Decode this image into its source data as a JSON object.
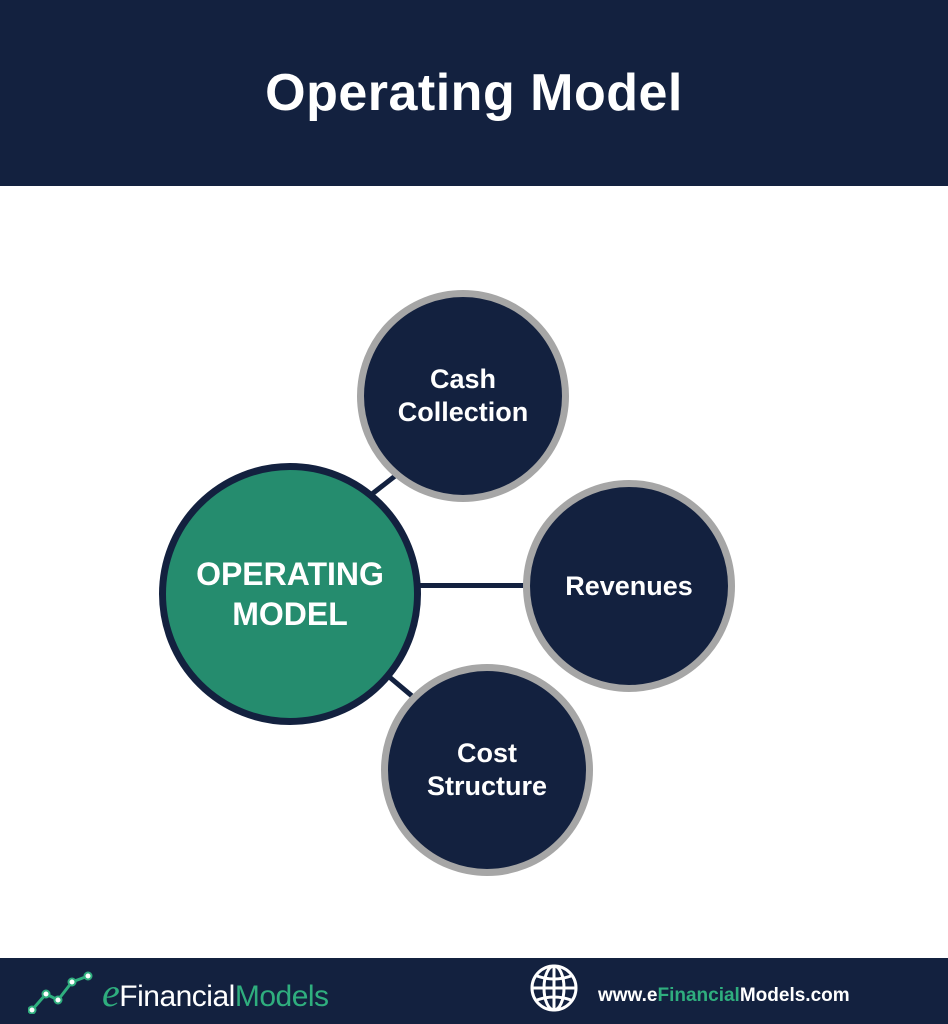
{
  "header": {
    "title": "Operating Model"
  },
  "diagram": {
    "center": {
      "label": "OPERATING\nMODEL",
      "color": "#258c6e"
    },
    "nodes": [
      {
        "label": "Cash\nCollection"
      },
      {
        "label": "Revenues"
      },
      {
        "label": "Cost\nStructure"
      }
    ],
    "node_color": "#13213f",
    "ring_color": "#a6a6a6"
  },
  "footer": {
    "brand": {
      "prefix": "e",
      "middle": "Financial",
      "suffix": "Models"
    },
    "website": {
      "prefix": "www.e",
      "accent": "Financial",
      "suffix": "Models.com"
    },
    "icons": [
      "chart-line-logo-icon",
      "globe-icon"
    ]
  }
}
